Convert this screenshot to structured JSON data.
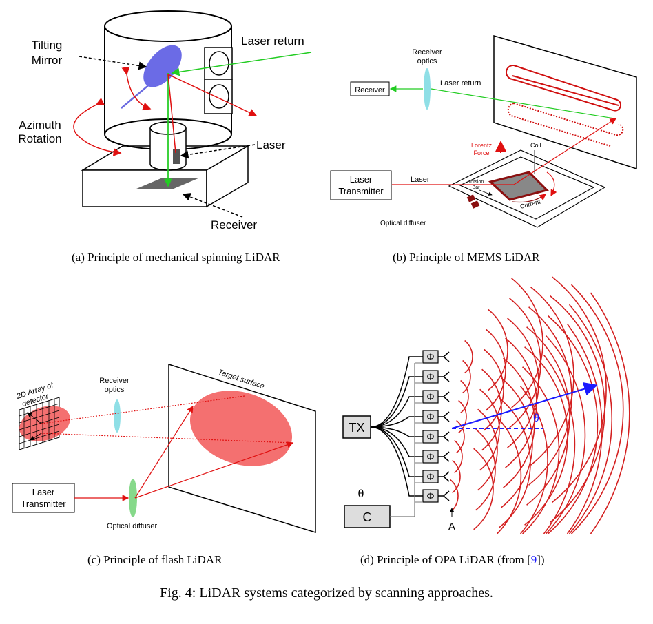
{
  "panel_a": {
    "tilting_mirror": "Tilting\nMirror",
    "laser_return": "Laser return",
    "azimuth_rotation": "Azimuth\nRotation",
    "laser": "Laser",
    "receiver": "Receiver",
    "caption": "(a) Principle of mechanical spinning LiDAR"
  },
  "panel_b": {
    "receiver_optics": "Receiver\noptics",
    "receiver": "Receiver",
    "laser_return": "Laser return",
    "lorentz_force": "Lorentz\nForce",
    "coil": "Coil",
    "laser_transmitter": "Laser\nTransmitter",
    "laser": "Laser",
    "torsion_bar": "Torsion\nBar",
    "current": "Current",
    "optical_diffuser": "Optical diffuser",
    "caption": "(b) Principle of MEMS LiDAR"
  },
  "panel_c": {
    "detector_array": "2D Array of\ndetector",
    "receiver_optics": "Receiver\noptics",
    "target_surface": "Target surface",
    "laser_transmitter": "Laser\nTransmitter",
    "optical_diffuser": "Optical diffuser",
    "caption": "(c) Principle of flash LiDAR"
  },
  "panel_d": {
    "tx": "TX",
    "theta_input": "θ",
    "controller": "C",
    "phase": "Φ",
    "theta_angle": "θ",
    "antenna": "A",
    "caption_prefix": "(d) Principle of OPA LiDAR (from [",
    "caption_ref": "9",
    "caption_suffix": "])"
  },
  "figure_caption": "Fig. 4: LiDAR systems categorized by scanning approaches."
}
